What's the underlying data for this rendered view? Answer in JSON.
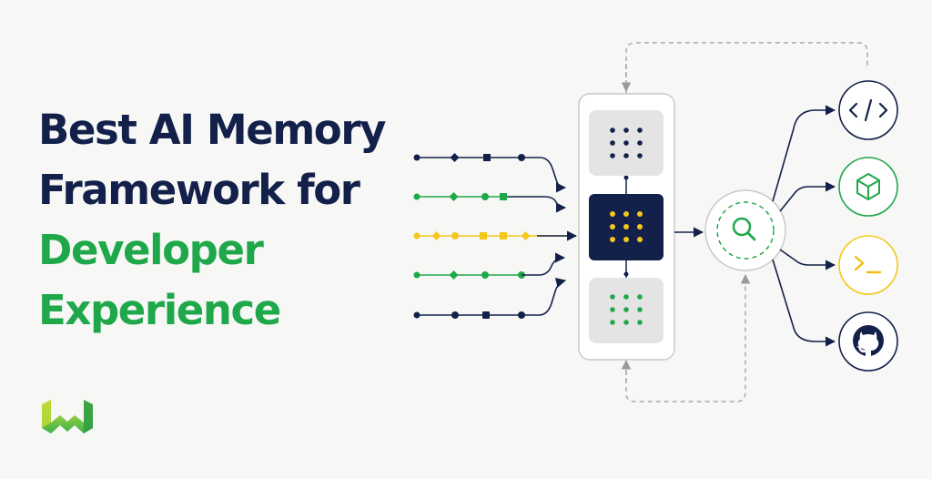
{
  "headline": {
    "line1": "Best AI Memory",
    "line2": "Framework for",
    "line3": "Developer",
    "line4": "Experience"
  },
  "colors": {
    "navy": "#13204a",
    "green": "#1fa84a",
    "yellow": "#f3c81e",
    "background": "#f7f7f6"
  },
  "diagram": {
    "input_streams": [
      "navy",
      "green",
      "yellow",
      "green",
      "navy"
    ],
    "memory_blocks": [
      "top-block",
      "center-block",
      "bottom-block"
    ],
    "search_node_icon": "magnifier-icon",
    "outputs": [
      {
        "icon": "code-icon",
        "glyph": "</>"
      },
      {
        "icon": "cube-icon"
      },
      {
        "icon": "terminal-icon",
        "glyph": ">_"
      },
      {
        "icon": "github-icon"
      }
    ]
  }
}
